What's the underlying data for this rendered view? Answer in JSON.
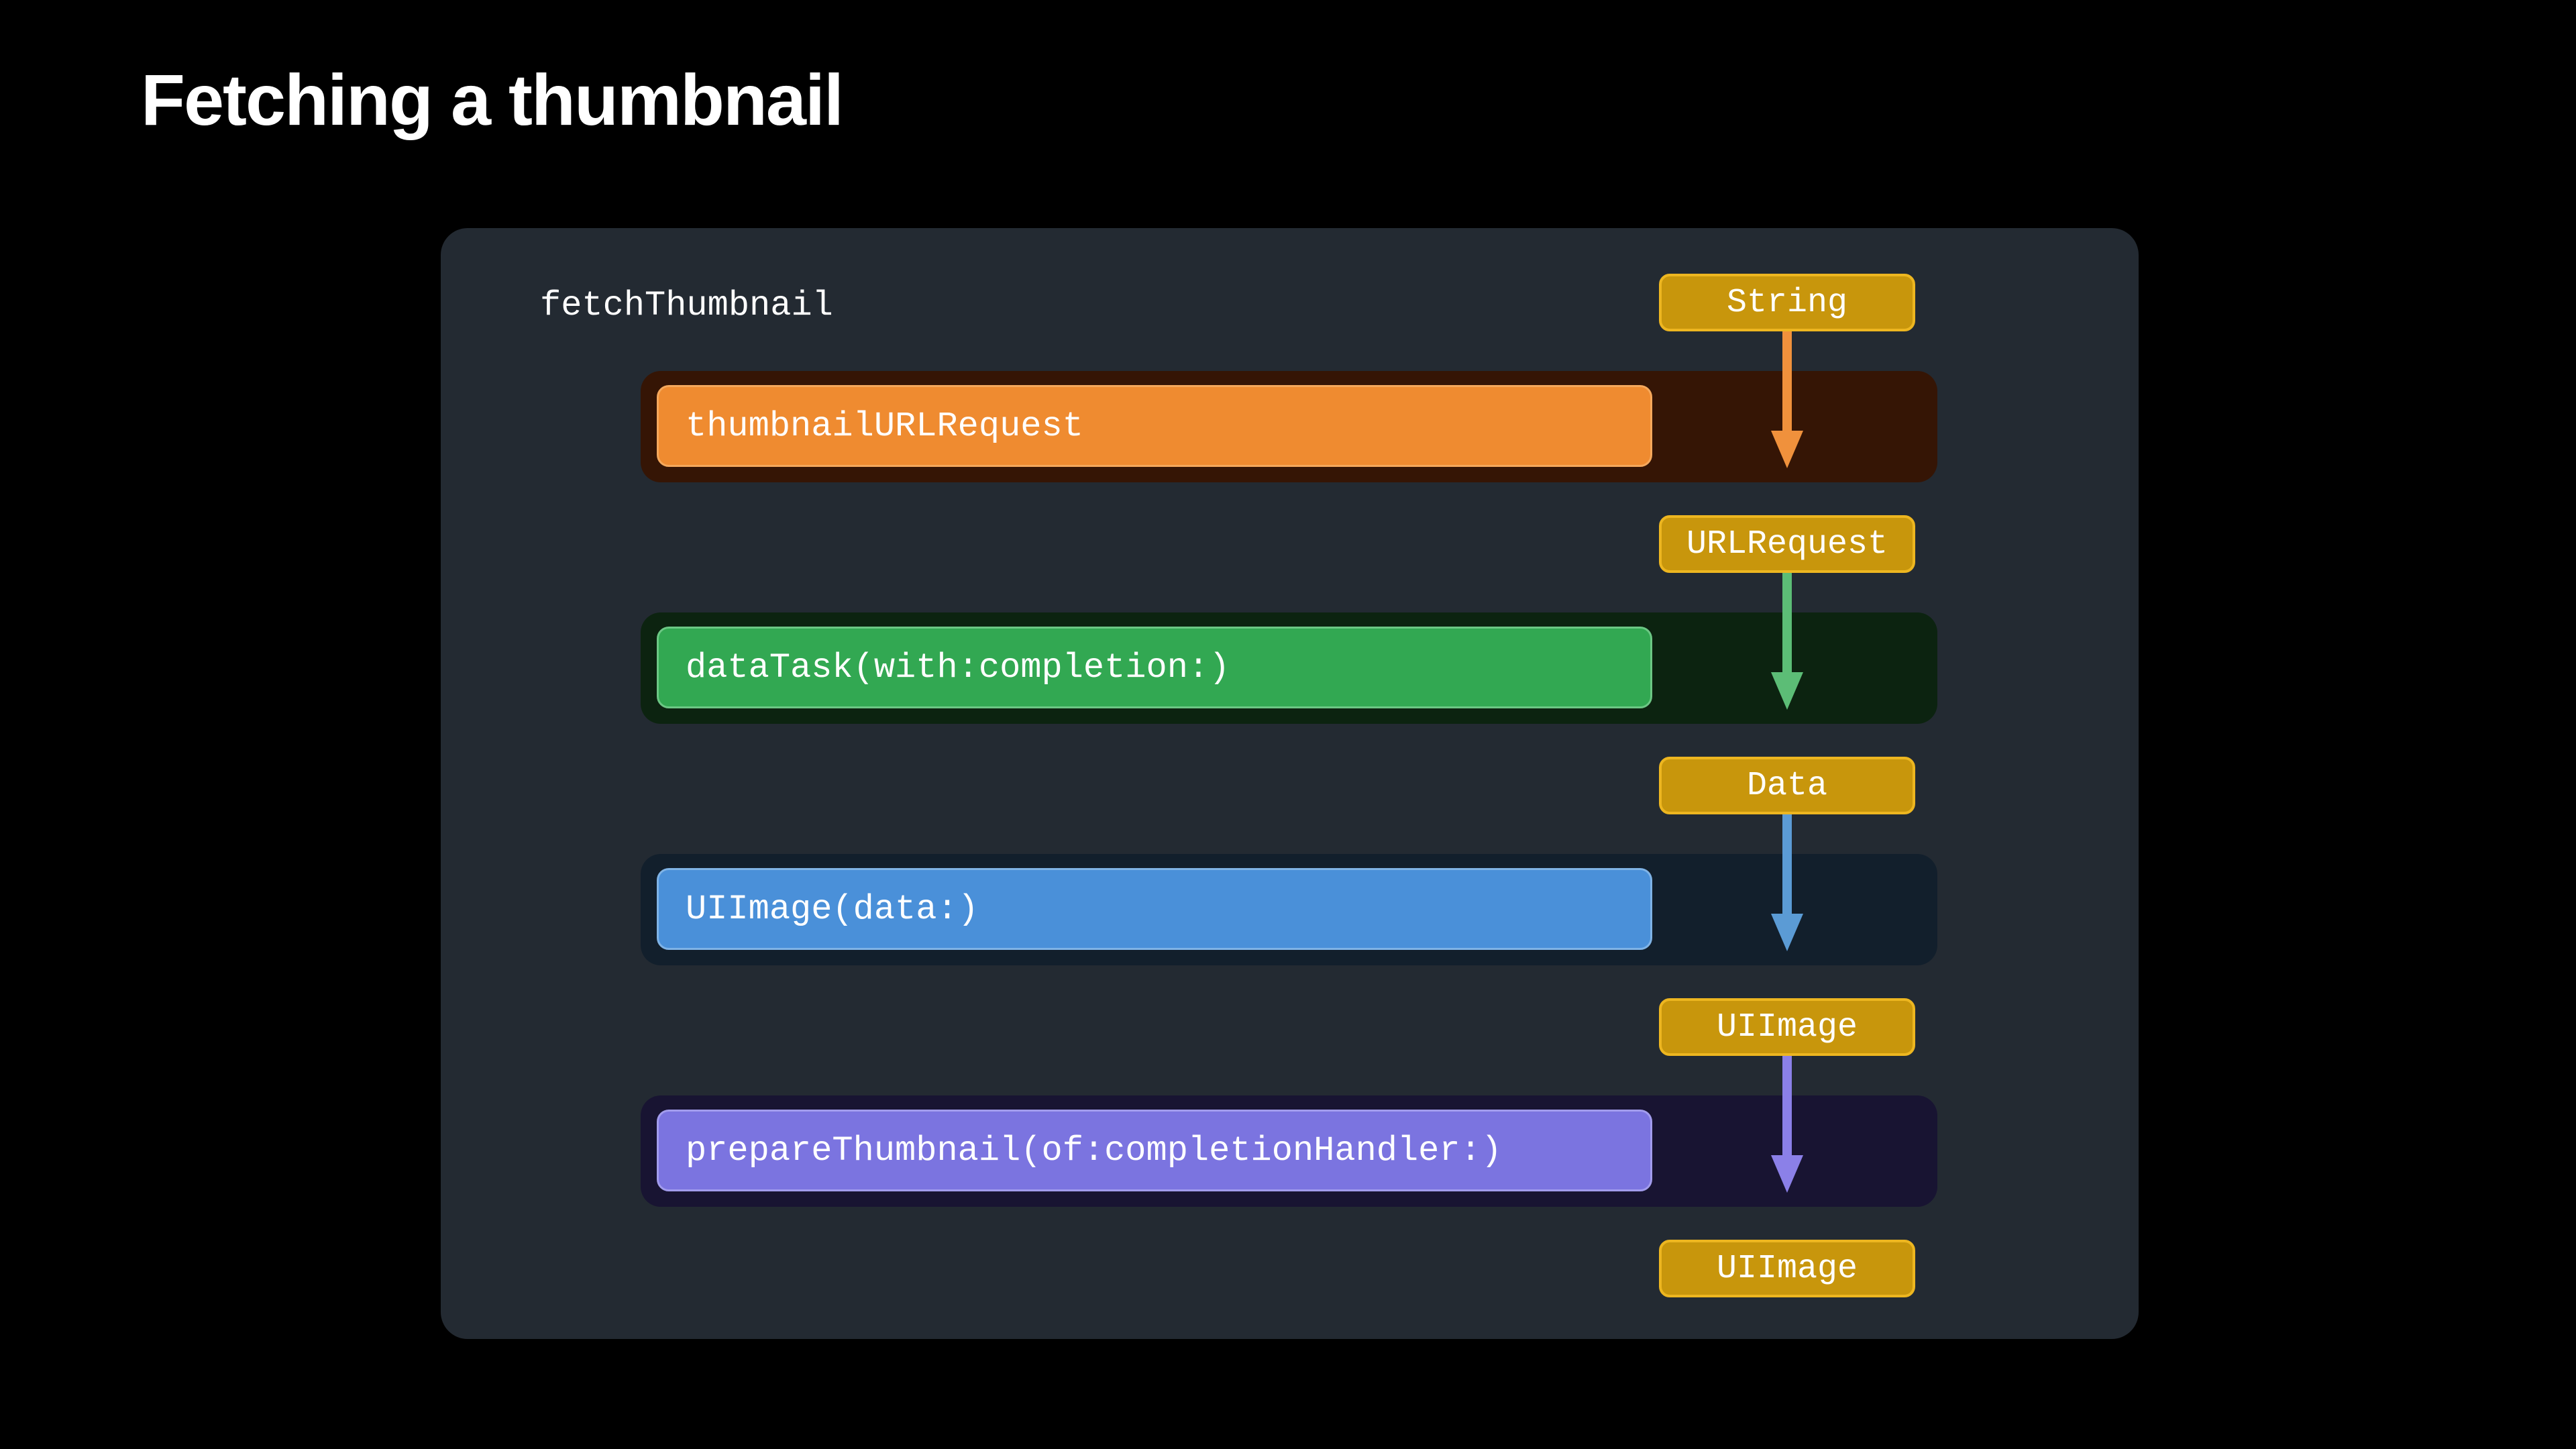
{
  "slide": {
    "title": "Fetching a thumbnail",
    "background_color": "#000000",
    "card_color": "#232a32"
  },
  "diagram": {
    "function_label": "fetchThumbnail",
    "type": "sequential-async-flow",
    "operations": [
      {
        "label": "thumbnailURLRequest",
        "bar_color": "#ef8b30",
        "bar_border_color": "#f5a85c",
        "track_color": "#351505"
      },
      {
        "label": "dataTask(with:completion:)",
        "bar_color": "#32a852",
        "bar_border_color": "#6cc784",
        "track_color": "#0c2310"
      },
      {
        "label": "UIImage(data:)",
        "bar_color": "#4a90d9",
        "bar_border_color": "#7fb3e6",
        "track_color": "#121f2c"
      },
      {
        "label": "prepareThumbnail(of:completionHandler:)",
        "bar_color": "#7b74e0",
        "bar_border_color": "#a29ced",
        "track_color": "#181432"
      }
    ],
    "type_badges": [
      {
        "label": "String",
        "fill": "#c8960c",
        "border": "#edb620"
      },
      {
        "label": "URLRequest",
        "fill": "#c8960c",
        "border": "#edb620"
      },
      {
        "label": "Data",
        "fill": "#c8960c",
        "border": "#edb620"
      },
      {
        "label": "UIImage",
        "fill": "#c8960c",
        "border": "#edb620"
      },
      {
        "label": "UIImage",
        "fill": "#c8960c",
        "border": "#edb620"
      }
    ],
    "arrows": [
      {
        "from": "String",
        "to": "URLRequest",
        "color": "#f0913c"
      },
      {
        "from": "URLRequest",
        "to": "Data",
        "color": "#5cbd76"
      },
      {
        "from": "Data",
        "to": "UIImage",
        "color": "#5b9bd5"
      },
      {
        "from": "UIImage",
        "to": "UIImage",
        "color": "#8b80e8"
      }
    ]
  }
}
